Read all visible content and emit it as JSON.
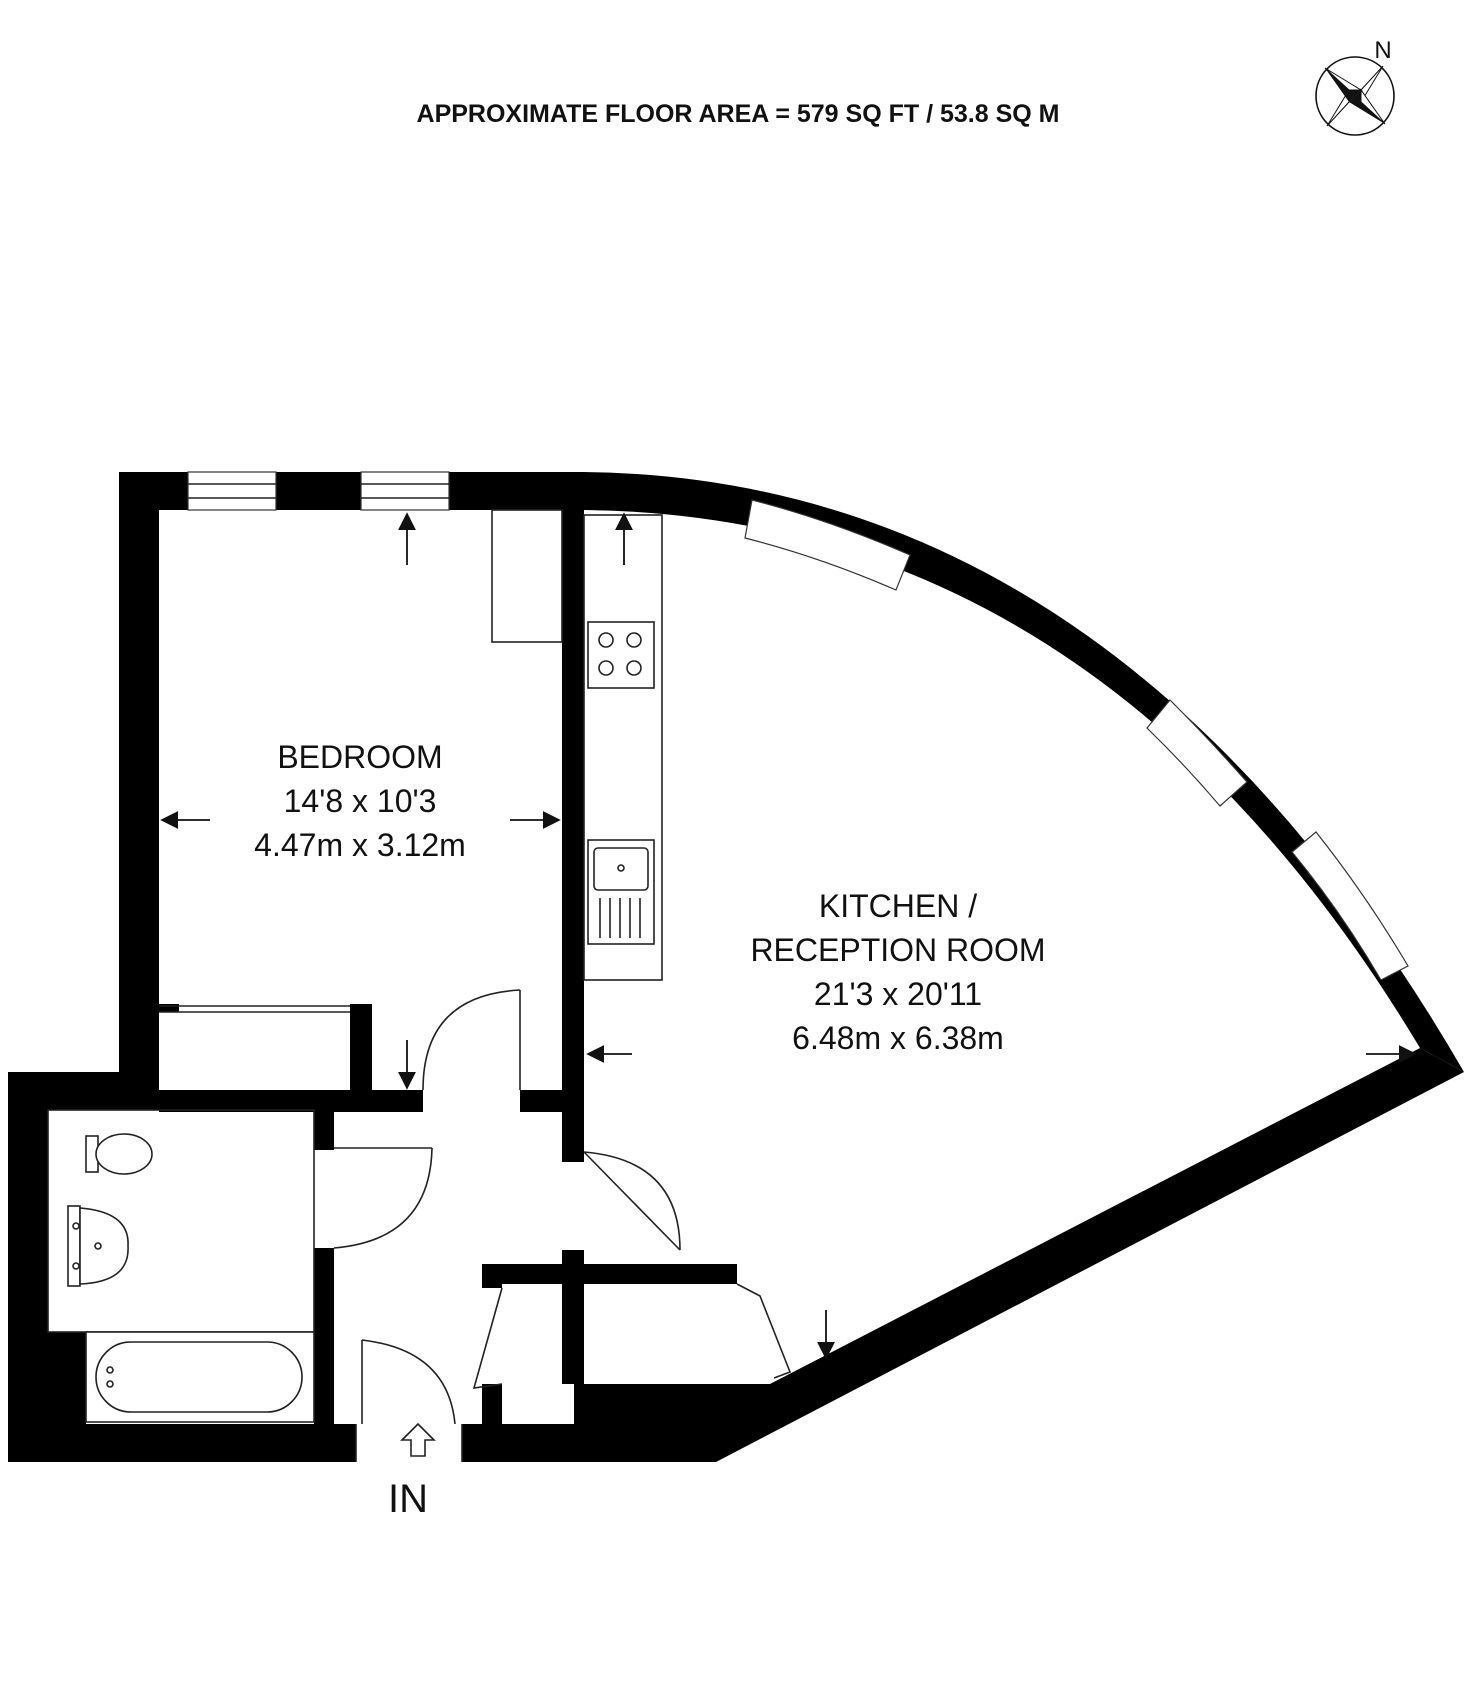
{
  "floor_area": "APPROXIMATE FLOOR AREA = 579 SQ FT / 53.8 SQ M",
  "compass": {
    "label": "N",
    "icon": "compass-rose-icon"
  },
  "rooms": {
    "bedroom": {
      "name": "BEDROOM",
      "imperial": "14'8 x 10'3",
      "metric": "4.47m x 3.12m"
    },
    "kitchen": {
      "name_line1": "KITCHEN /",
      "name_line2": "RECEPTION ROOM",
      "imperial": "21'3 x 20'11",
      "metric": "6.48m x 6.38m"
    }
  },
  "entrance": {
    "label": "IN",
    "icon": "entrance-arrow-icon"
  },
  "colors": {
    "walls": "#000000",
    "background": "#ffffff",
    "lines": "#222222"
  }
}
